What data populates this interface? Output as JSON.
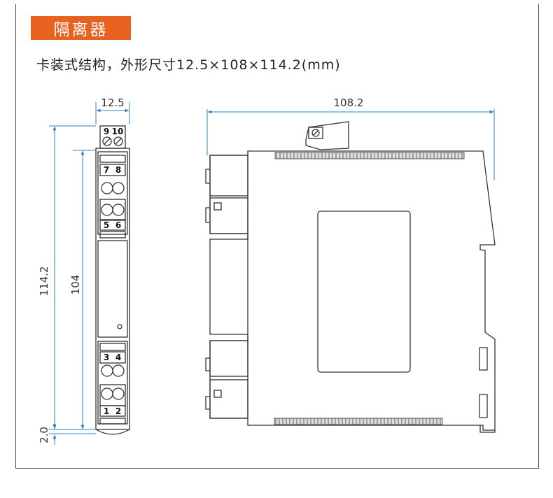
{
  "header": {
    "title": "隔离器",
    "subtitle": "卡装式结构，外形尺寸12.5×108×114.2(mm)"
  },
  "dimensions": {
    "width": "12.5",
    "depth": "108.2",
    "height_total": "114.2",
    "height_body": "104",
    "rail_offset": "2.0"
  },
  "terminals": {
    "top": [
      "9",
      "10"
    ],
    "upper_block": [
      "7",
      "8"
    ],
    "upper_mid": [
      "5",
      "6"
    ],
    "lower_mid": [
      "3",
      "4"
    ],
    "bottom": [
      "1",
      "2"
    ]
  },
  "colors": {
    "accent": "#e8621f",
    "dimension_line": "#2f7fc1",
    "outline": "#333333"
  }
}
